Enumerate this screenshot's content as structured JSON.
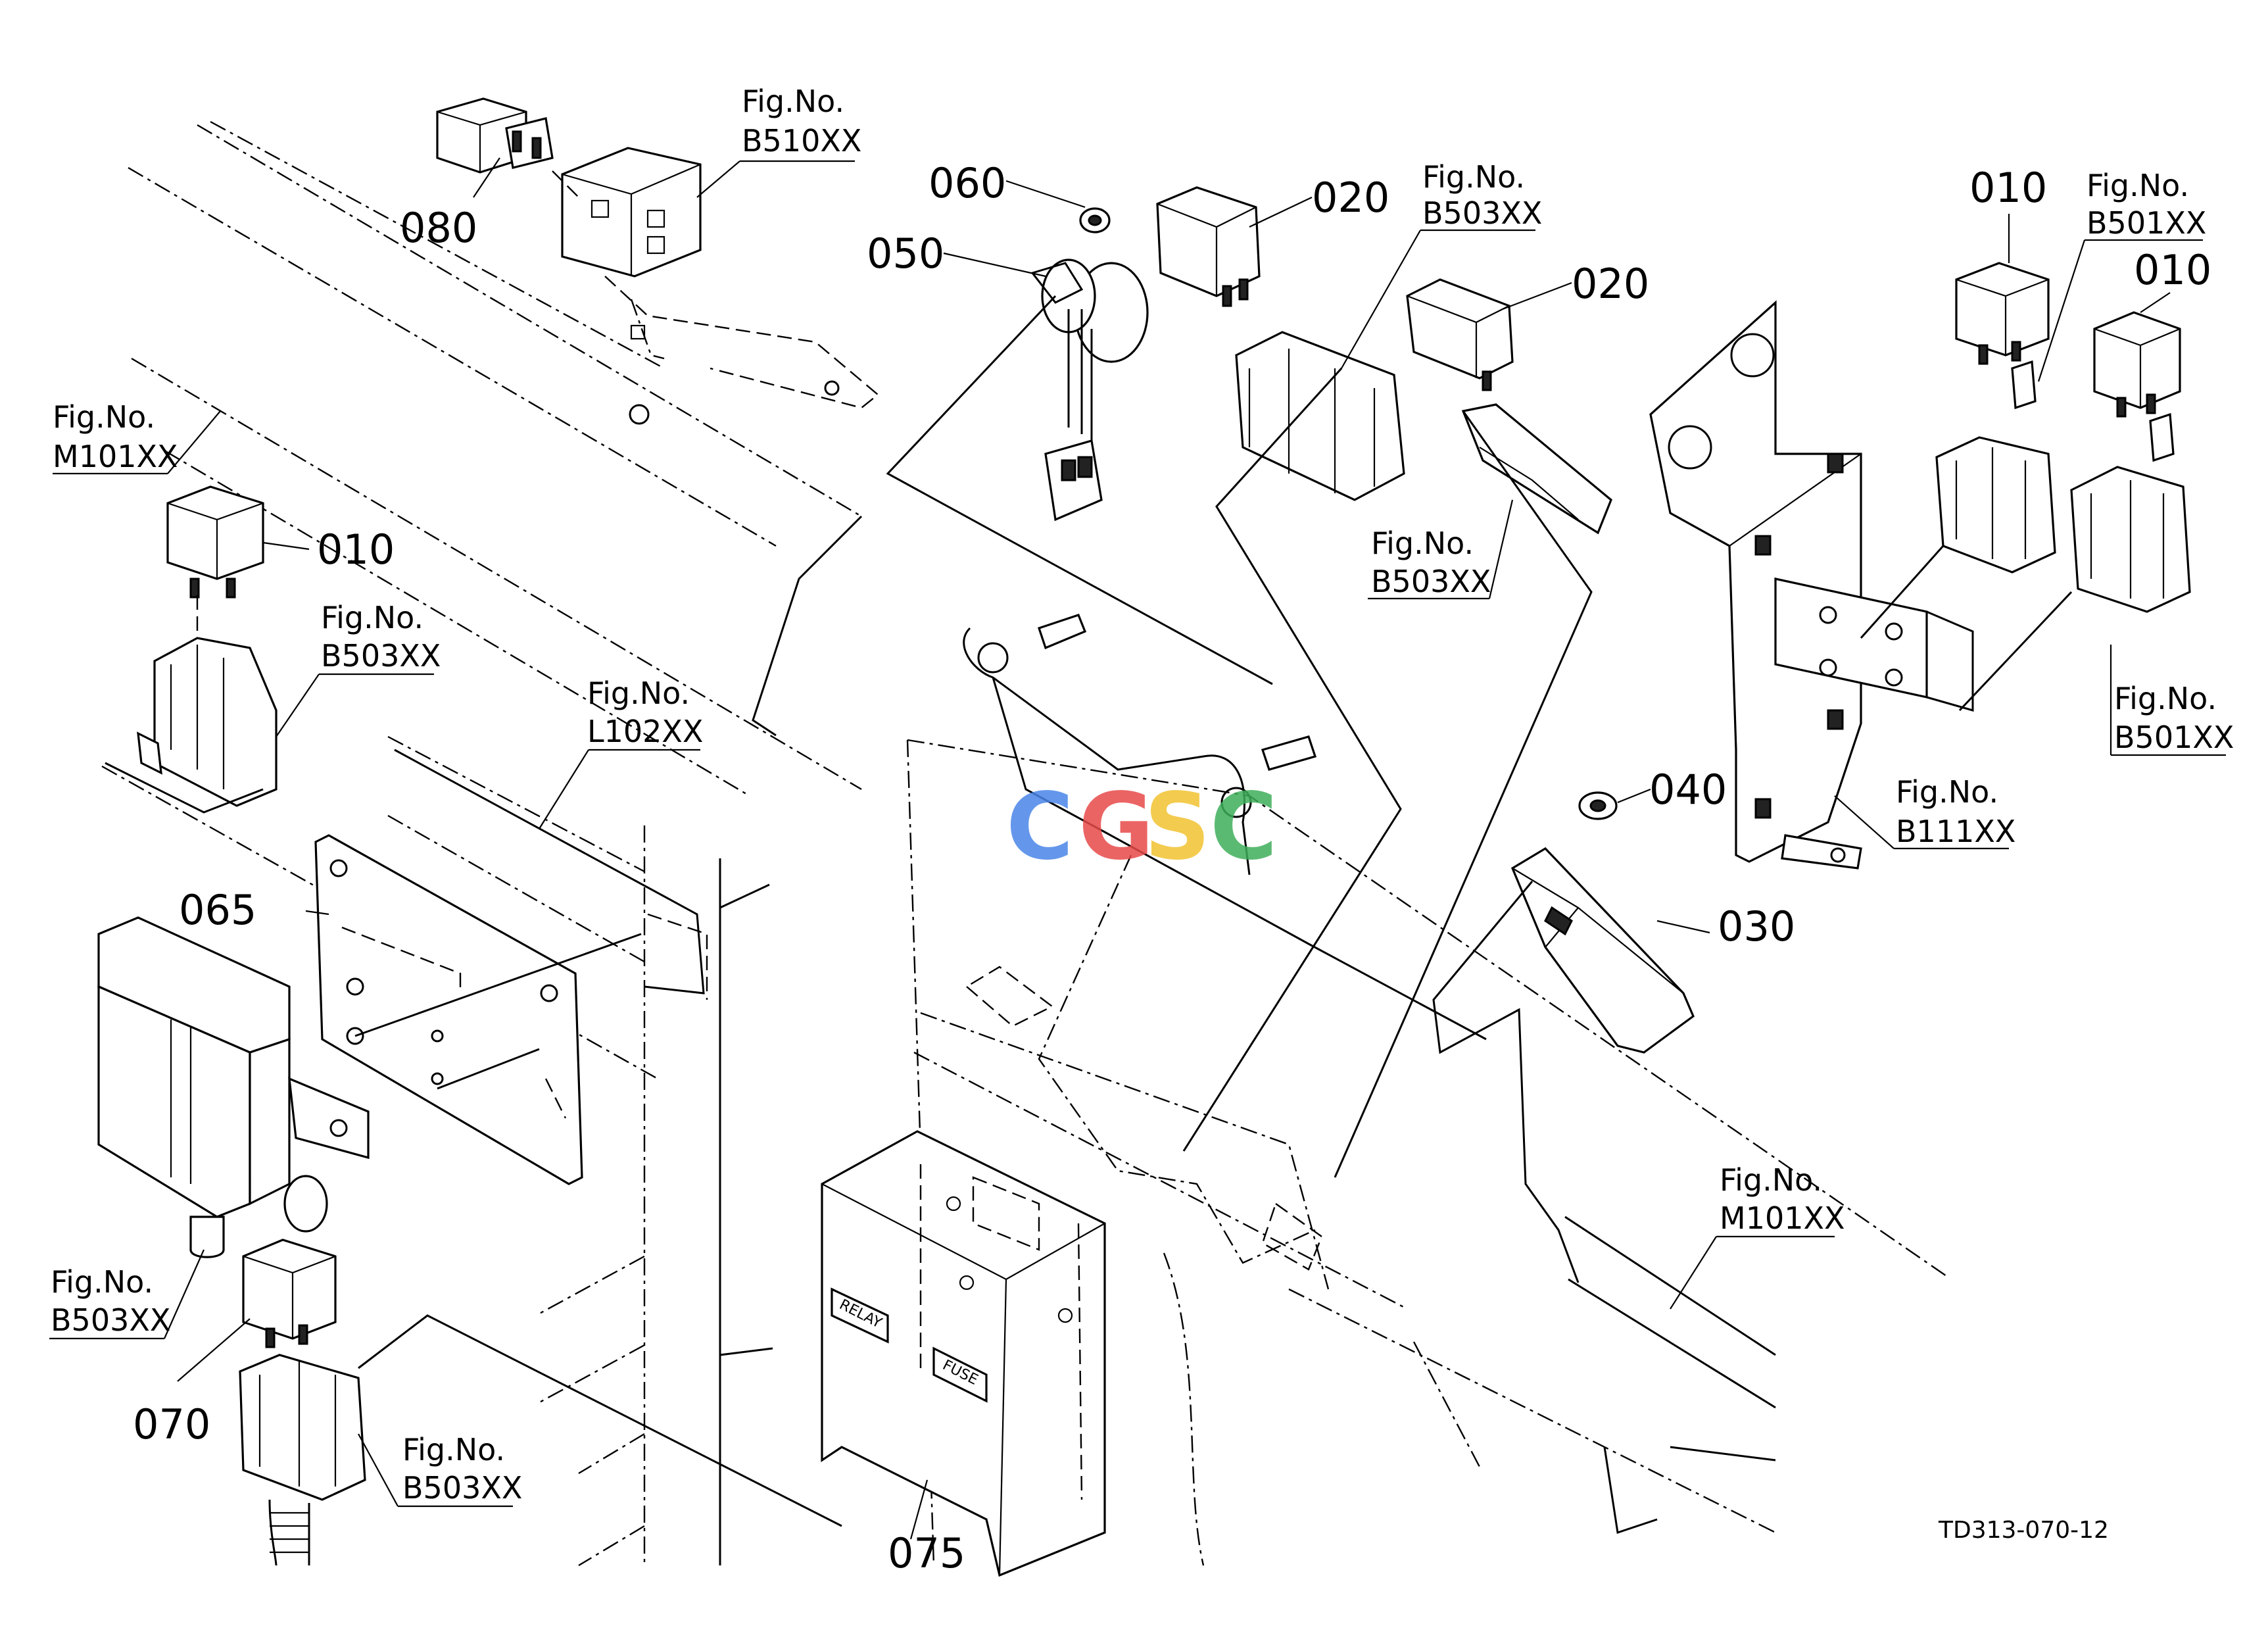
{
  "diagram": {
    "part_labels": {
      "p010_a": "010",
      "p010_b": "010",
      "p010_c": "010",
      "p020_a": "020",
      "p020_b": "020",
      "p030": "030",
      "p040": "040",
      "p050": "050",
      "p060": "060",
      "p065": "065",
      "p070": "070",
      "p075": "075",
      "p080": "080"
    },
    "figure_refs": {
      "b510": {
        "line1": "Fig.No.",
        "line2": "B510XX"
      },
      "b503_top": {
        "line1": "Fig.No.",
        "line2": "B503XX"
      },
      "b501_top": {
        "line1": "Fig.No.",
        "line2": "B501XX"
      },
      "m101_left": {
        "line1": "Fig.No.",
        "line2": "M101XX"
      },
      "b503_left": {
        "line1": "Fig.No.",
        "line2": "B503XX"
      },
      "l102": {
        "line1": "Fig.No.",
        "line2": "L102XX"
      },
      "b503_mid": {
        "line1": "Fig.No.",
        "line2": "B503XX"
      },
      "b501_right": {
        "line1": "Fig.No.",
        "line2": "B501XX"
      },
      "b111": {
        "line1": "Fig.No.",
        "line2": "B111XX"
      },
      "m101_right": {
        "line1": "Fig.No.",
        "line2": "M101XX"
      },
      "b503_lower": {
        "line1": "Fig.No.",
        "line2": "B503XX"
      },
      "b503_bottom": {
        "line1": "Fig.No.",
        "line2": "B503XX"
      }
    },
    "box_labels": {
      "relay": "RELAY",
      "fuse": "FUSE"
    },
    "watermark": {
      "letters": [
        "C",
        "G",
        "S",
        "C"
      ],
      "colors": [
        "#4a86e8",
        "#e84a4a",
        "#f2c230",
        "#3fae5a"
      ]
    },
    "drawing_code": "TD313-070-12"
  }
}
